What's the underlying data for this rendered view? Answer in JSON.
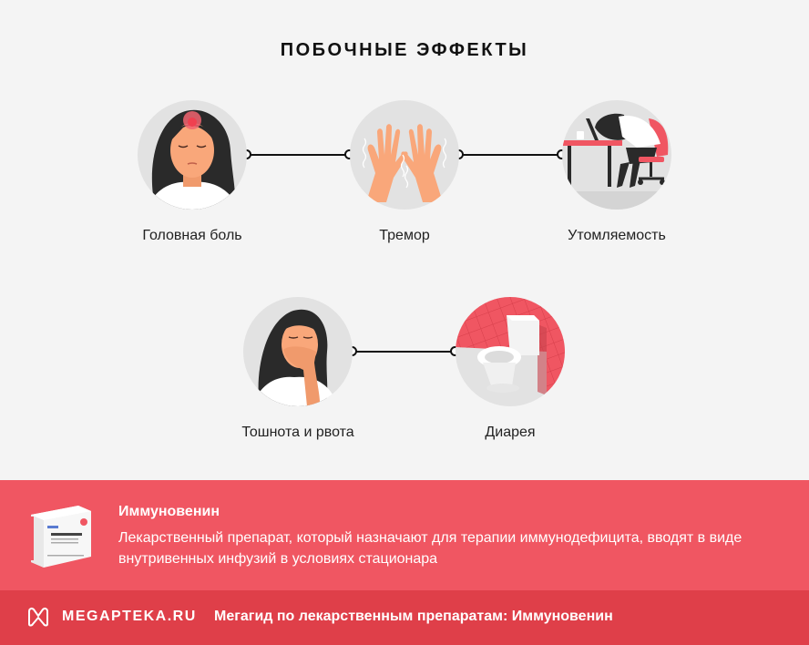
{
  "page": {
    "title": "ПОБОЧНЫЕ ЭФФЕКТЫ"
  },
  "effects": [
    {
      "label": "Головная боль",
      "icon": "headache-woman-icon"
    },
    {
      "label": "Тремор",
      "icon": "trembling-hands-icon"
    },
    {
      "label": "Утомляемость",
      "icon": "tired-at-desk-icon"
    },
    {
      "label": "Тошнота и рвота",
      "icon": "nausea-woman-icon"
    },
    {
      "label": "Диарея",
      "icon": "toilet-icon"
    }
  ],
  "drug": {
    "name": "Иммуновенин",
    "description": "Лекарственный препарат, который назначают для терапии иммунодефицита, вводят в виде внутривенных инфузий в условиях стационара",
    "image_icon": "medicine-box-icon"
  },
  "footer": {
    "brand": "MEGAPTEKA.RU",
    "brand_icon": "megapteka-logo-icon",
    "caption": "Мегагид по лекарственным препаратам: Иммуновенин"
  },
  "colors": {
    "background": "#f4f4f4",
    "circle": "#e2e2e2",
    "accent": "#f05662",
    "footer": "#df3f49",
    "skin": "#f9a77a",
    "hair": "#2a2a2a"
  }
}
